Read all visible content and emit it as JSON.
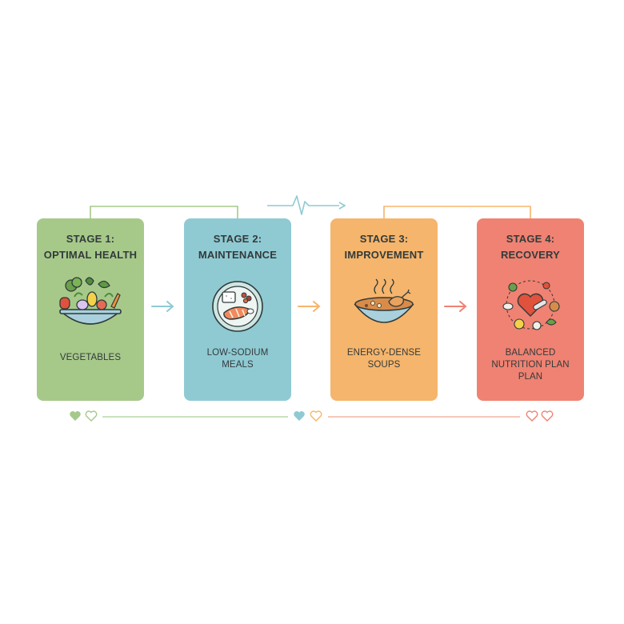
{
  "stages": [
    {
      "title_line1": "STAGE 1:",
      "title_line2": "OPTIMAL HEALTH",
      "caption_lines": [
        "VEGETABLES"
      ],
      "icon": "vegetable-bowl-icon",
      "color": "#a6c98a"
    },
    {
      "title_line1": "STAGE 2:",
      "title_line2": "MAINTENANCE",
      "caption_lines": [
        "LOW-SODIUM",
        "MEALS"
      ],
      "icon": "salmon-plate-icon",
      "color": "#8fcad3"
    },
    {
      "title_line1": "STAGE 3:",
      "title_line2": "IMPROVEMENT",
      "caption_lines": [
        "ENERGY-DENSE",
        "SOUPS"
      ],
      "icon": "soup-bowl-icon",
      "color": "#f5b56c"
    },
    {
      "title_line1": "STAGE 4:",
      "title_line2": "RECOVERY",
      "caption_lines": [
        "BALANCED",
        "NUTRITION PLAN",
        "PLAN"
      ],
      "icon": "heart-nutrition-cycle-icon",
      "color": "#ef8272"
    }
  ],
  "connectors": {
    "arrow_colors": [
      "#8fcad3",
      "#f5b56c",
      "#ef8272"
    ],
    "heartbeat_color": "#8fcad3",
    "bracket_green": "#a6c98a",
    "bracket_orange": "#f5b56c"
  }
}
